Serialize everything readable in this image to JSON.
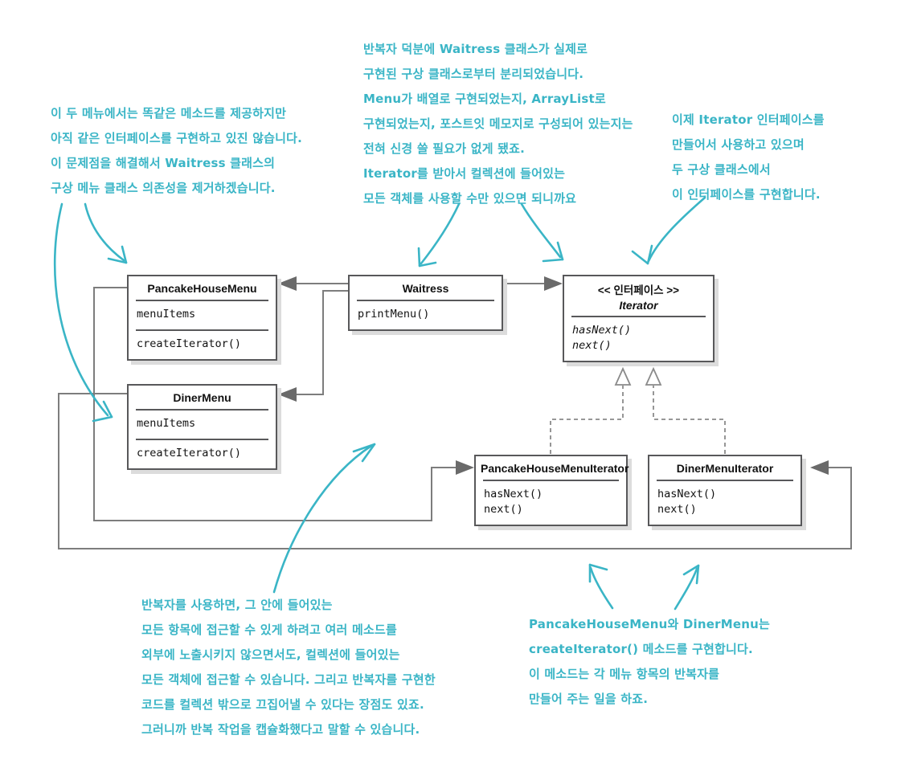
{
  "colors": {
    "teal_annotation": "#3ab5c6",
    "connector_gray": "#7d7d7d",
    "box_border": "#58585a",
    "box_shadow": "#dcdcdc"
  },
  "notes": {
    "top_left": "이 두 메뉴에서는 똑같은 메소드를 제공하지만\n아직 같은 인터페이스를 구현하고 있진 않습니다.\n이 문제점을 해결해서 Waitress 클래스의\n구상 메뉴 클래스 의존성을 제거하겠습니다.",
    "top_center": "반복자 덕분에 Waitress 클래스가 실제로\n구현된 구상 클래스로부터 분리되었습니다.\nMenu가 배열로 구현되었는지, ArrayList로\n구현되었는지, 포스트잇 메모지로 구성되어 있는지는\n전혀 신경 쓸 필요가 없게 됐죠.\nIterator를 받아서 컬렉션에 들어있는\n모든 객체를 사용할 수만 있으면 되니까요",
    "top_right": "이제 Iterator 인터페이스를\n만들어서 사용하고 있으며\n두 구상 클래스에서\n이 인터페이스를 구현합니다.",
    "bottom_center": "반복자를 사용하면, 그 안에 들어있는\n모든 항목에 접근할 수 있게 하려고 여러 메소드를\n외부에 노출시키지 않으면서도, 컬렉션에 들어있는\n모든 객체에 접근할 수 있습니다. 그리고 반복자를 구현한\n코드를 컬렉션 밖으로 끄집어낼 수 있다는 장점도 있죠.\n그러니까 반복 작업을 캡슐화했다고 말할 수 있습니다.",
    "bottom_right": "PancakeHouseMenu와 DinerMenu는\ncreateIterator() 메소드를 구현합니다.\n이 메소드는 각 메뉴 항목의 반복자를\n만들어 주는 일을 하죠."
  },
  "classes": {
    "pancake_house_menu": {
      "title": "PancakeHouseMenu",
      "attributes": [
        "menuItems"
      ],
      "methods": [
        "createIterator()"
      ]
    },
    "diner_menu": {
      "title": "DinerMenu",
      "attributes": [
        "menuItems"
      ],
      "methods": [
        "createIterator()"
      ]
    },
    "waitress": {
      "title": "Waitress",
      "methods": [
        "printMenu()"
      ]
    },
    "iterator_interface": {
      "stereotype": "<< 인터페이스 >>",
      "title": "Iterator",
      "methods": [
        "hasNext()",
        "next()"
      ]
    },
    "pancake_house_menu_iterator": {
      "title": "PancakeHouseMenuIterator",
      "methods": [
        "hasNext()",
        "next()"
      ]
    },
    "diner_menu_iterator": {
      "title": "DinerMenuIterator",
      "methods": [
        "hasNext()",
        "next()"
      ]
    }
  }
}
